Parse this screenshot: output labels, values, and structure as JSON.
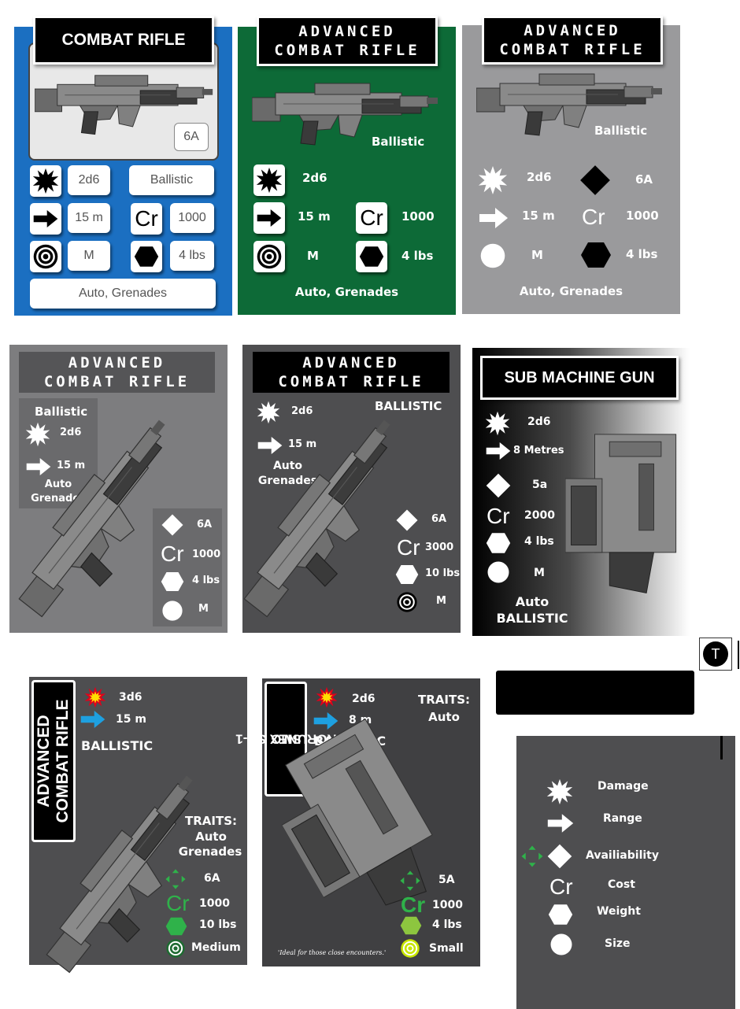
{
  "labels": {
    "combat_rifle": "COMBAT RIFLE",
    "adv_line1": "ADVANCED",
    "adv_line2": "COMBAT RIFLE",
    "adv_vertical": "ADVANCED COMBAT RIFLE",
    "sub_machine_gun": "SUB MACHINE GUN",
    "rorunex_line1": "RORUNEX SD-1",
    "rorunex_line2": "SMG"
  },
  "values": {
    "dmg_2d6": "2d6",
    "dmg_3d6": "3d6",
    "range_15": "15 m",
    "range_8": "8 m",
    "range_8_metres": "8 Metres",
    "avail_6a": "6A",
    "avail_5a_lower": "5a",
    "avail_5a": "5A",
    "cost_1000": "1000",
    "cost_2000": "2000",
    "cost_3000": "3000",
    "cr": "Cr",
    "weight_4": "4 lbs",
    "weight_10": "10 lbs",
    "size_m": "M",
    "size_medium": "Medium",
    "size_small": "Small",
    "ballistic": "Ballistic",
    "ballistic_upper": "BALLISTIC",
    "auto_grenades": "Auto, Grenades",
    "auto": "Auto",
    "grenades": "Grenades",
    "traits": "TRAITS:",
    "tagline": "'Ideal for those close encounters.'"
  },
  "legend": {
    "damage": "Damage",
    "range": "Range",
    "availability": "Availiability",
    "cost": "Cost",
    "weight": "Weight",
    "size": "Size"
  },
  "tool": {
    "text_tool": "T"
  },
  "colors": {
    "blue": "#1b6fc1",
    "green": "#0d6a37",
    "grey_light": "#9a9a9c",
    "grey_mid": "#7d7d7f",
    "grey_dark": "#4e4e50",
    "grey_darker": "#404042",
    "accent_blue": "#1ea0e0",
    "accent_green": "#2fb24a"
  }
}
